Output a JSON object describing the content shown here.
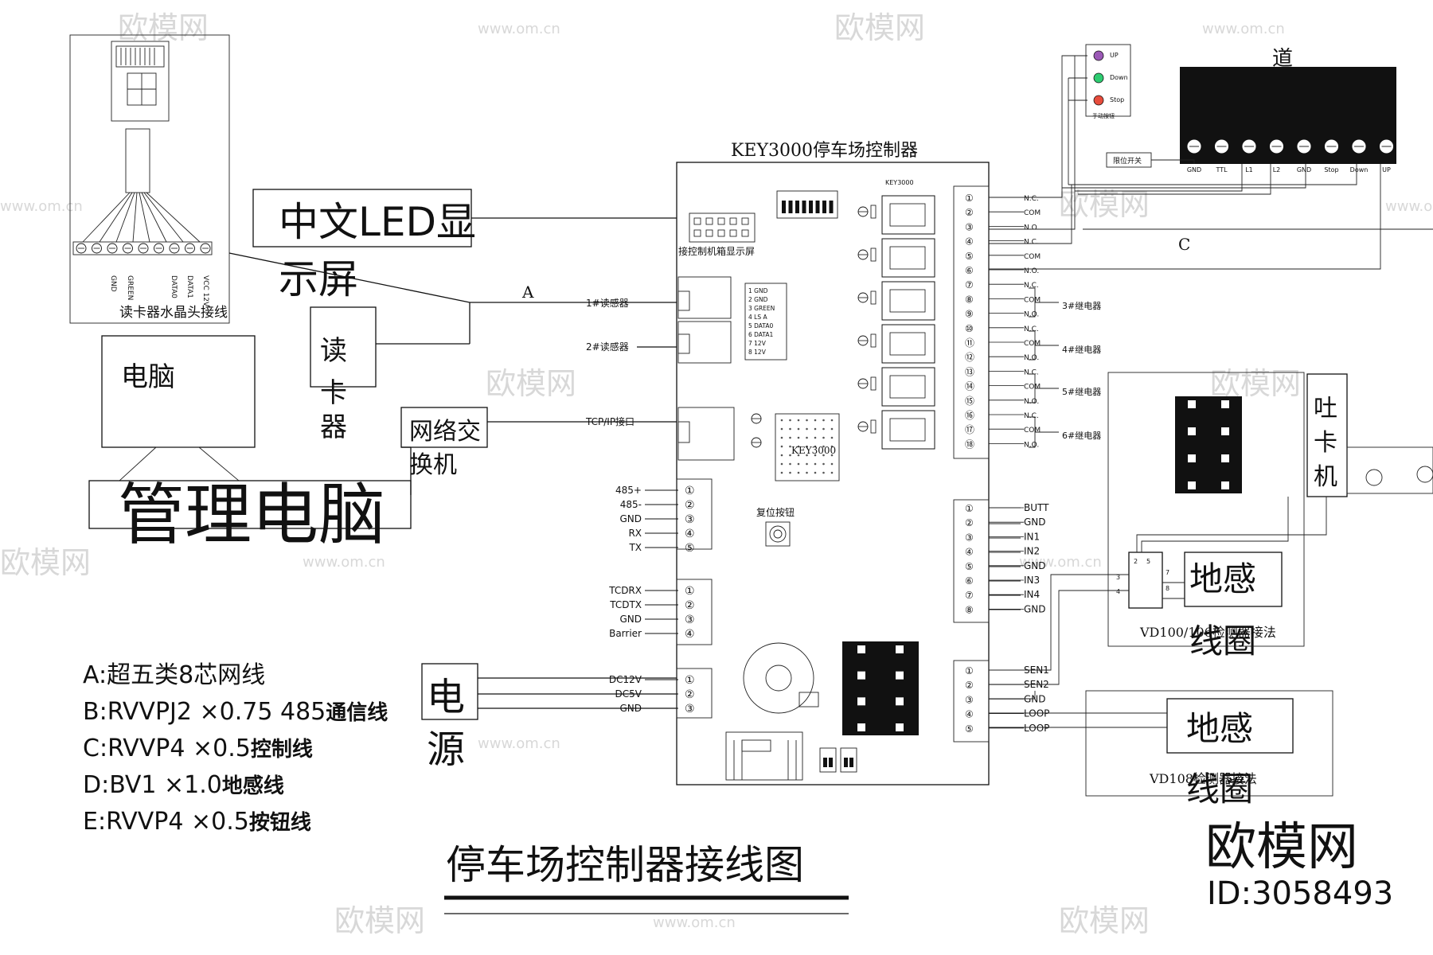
{
  "title": "停车场控制器接线图",
  "controller_title": "KEY3000停车场控制器",
  "chip_label": "KEY3000",
  "relay_block_label": "KEY3000",
  "led_header_label": "接控制机箱显示屏",
  "reader1_label": "1#读感器",
  "reader2_label": "2#读感器",
  "tcpip_label": "TCP/IP接口",
  "reset_label": "复位按钮",
  "wire_a": "A",
  "wire_c": "C",
  "reader_pins": [
    "1 GND",
    "2 GND",
    "3 GREEN",
    "4 LS A",
    "5 DATA0",
    "6 DATA1",
    "7 12V",
    "8 12V"
  ],
  "devices": {
    "led_screen_l1": "中文LED显",
    "led_screen_l2": "示屏",
    "card_reader": [
      "读",
      "卡",
      "器"
    ],
    "computer": "电脑",
    "mgmt_pc": "管理电脑",
    "switch_l1": "网络交",
    "switch_l2": "换机",
    "power": [
      "电",
      "源"
    ],
    "dispenser": [
      "吐",
      "卡",
      "机"
    ],
    "gate": "道",
    "coil1": [
      "地感",
      "线圈"
    ],
    "coil2": [
      "地感",
      "线圈"
    ],
    "vd100": "VD100/106检测器接法",
    "vd108": "VD108检测器接法",
    "reader_detail": "读卡器水晶头接线",
    "reader_wires": [
      "GND",
      "GREEN",
      "DATA0",
      "DATA1",
      "VCC 12V"
    ]
  },
  "gate_panel": {
    "buttons": [
      "UP",
      "Down",
      "Stop"
    ],
    "button_caption": "手动按钮",
    "limit_label": "限位开关",
    "terminals": [
      "GND",
      "TTL",
      "L1",
      "L2",
      "GND",
      "Stop",
      "Down",
      "UP"
    ]
  },
  "ports": {
    "comm_nums": [
      "①",
      "②",
      "③",
      "④",
      "⑤"
    ],
    "comm": [
      "485+",
      "485-",
      "GND",
      "RX",
      "TX"
    ],
    "tcd_nums": [
      "①",
      "②",
      "③",
      "④"
    ],
    "tcd": [
      "TCDRX",
      "TCDTX",
      "GND",
      "Barrier"
    ],
    "power_nums": [
      "①",
      "②",
      "③"
    ],
    "power": [
      "DC12V",
      "DC5V",
      "GND"
    ],
    "relay_nums": [
      "①",
      "②",
      "③",
      "④",
      "⑤",
      "⑥",
      "⑦",
      "⑧",
      "⑨",
      "⑩",
      "⑪",
      "⑫",
      "⑬",
      "⑭",
      "⑮",
      "⑯",
      "⑰",
      "⑱"
    ],
    "relay": [
      "N.C.",
      "COM",
      "N.O.",
      "N.C.",
      "COM",
      "N.O.",
      "N.C.",
      "COM",
      "N.O.",
      "N.C.",
      "COM",
      "N.O.",
      "N.C.",
      "COM",
      "N.O.",
      "N.C.",
      "COM",
      "N.O."
    ],
    "relay_groups": [
      "3#继电器",
      "4#继电器",
      "5#继电器",
      "6#继电器"
    ],
    "io_nums": [
      "①",
      "②",
      "③",
      "④",
      "⑤",
      "⑥",
      "⑦",
      "⑧"
    ],
    "io": [
      "BUTT",
      "GND",
      "IN1",
      "IN2",
      "GND",
      "IN3",
      "IN4",
      "GND"
    ],
    "sensor_nums": [
      "①",
      "②",
      "③",
      "④",
      "⑤"
    ],
    "sensor": [
      "SEN1",
      "SEN2",
      "GND",
      "LOOP",
      "LOOP"
    ]
  },
  "legend": [
    {
      "prefix": "A:",
      "main": "超五类8芯网线",
      "tail": ""
    },
    {
      "prefix": "B:",
      "main": "RVVPJ2 ×0.75  485",
      "tail": "通信线"
    },
    {
      "prefix": "C:",
      "main": "RVVP4 ×0.5",
      "tail": "控制线"
    },
    {
      "prefix": "D:",
      "main": "BV1 ×1.0",
      "tail": "地感线"
    },
    {
      "prefix": "E:",
      "main": "RVVP4 ×0.5",
      "tail": "按钮线"
    }
  ],
  "watermark": {
    "brand": "欧模网",
    "url": "www.om.cn",
    "id": "ID:3058493"
  }
}
